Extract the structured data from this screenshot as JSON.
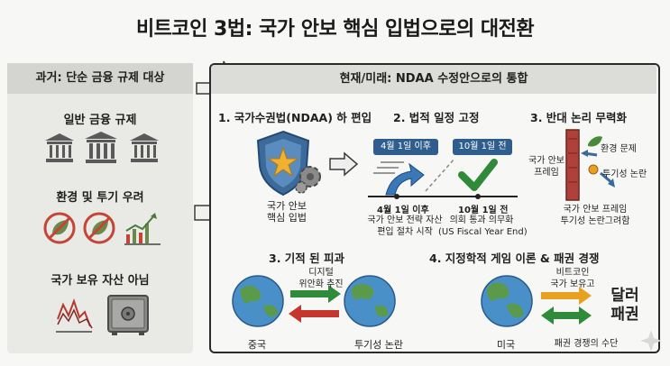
{
  "title": "비트코인 3법: 국가 안보 핵심 입법으로의 대전환",
  "left": {
    "header": "과거: 단순 금융 규제 대상",
    "items": [
      {
        "label": "일반 금융 규제",
        "icon": "bank-icon"
      },
      {
        "label": "환경 및 투기 우려",
        "icon": "prohibited-leaf-icon"
      },
      {
        "label": "국가 보유 자산 아님",
        "icon": "safe-icon"
      }
    ]
  },
  "right": {
    "header": "현재/미래: NDAA 수정안으로의 통합",
    "s1": {
      "title": "1. 국가수권법(NDAA) 하 편입",
      "caption": "국가 안보\n핵심 입법"
    },
    "s2": {
      "title": "2. 법적 일정 고정",
      "tag1": "4월 1일 이후",
      "tag2": "10월 1일 전",
      "date1": "4월 1일 이후",
      "date2": "10월 1일 전",
      "desc1": "국가 안보 전략 자산\n편입 절차 시작",
      "desc2": "의회 통과 의무화\n(US Fiscal Year End)"
    },
    "s3": {
      "title": "3. 반대 논리 무력화",
      "frame": "국가 안보\n프레임",
      "issue1": "환경 문제",
      "issue2": "투기성 논란",
      "caption": "국가 안보 프레임\n투기성 논란그려함"
    },
    "s4": {
      "title": "3. 기적 된 피과",
      "arrow": "디지털\n위안화 추진",
      "left": "중국",
      "right": "투기성 논란"
    },
    "s5": {
      "title": "4. 지정학적 게임 이론 & 패권 경쟁",
      "arrow_top": "비트코인\n국가 보유고",
      "big": "달러\n패권",
      "left": "미국",
      "bottom": "패권 경쟁의 수단"
    }
  }
}
